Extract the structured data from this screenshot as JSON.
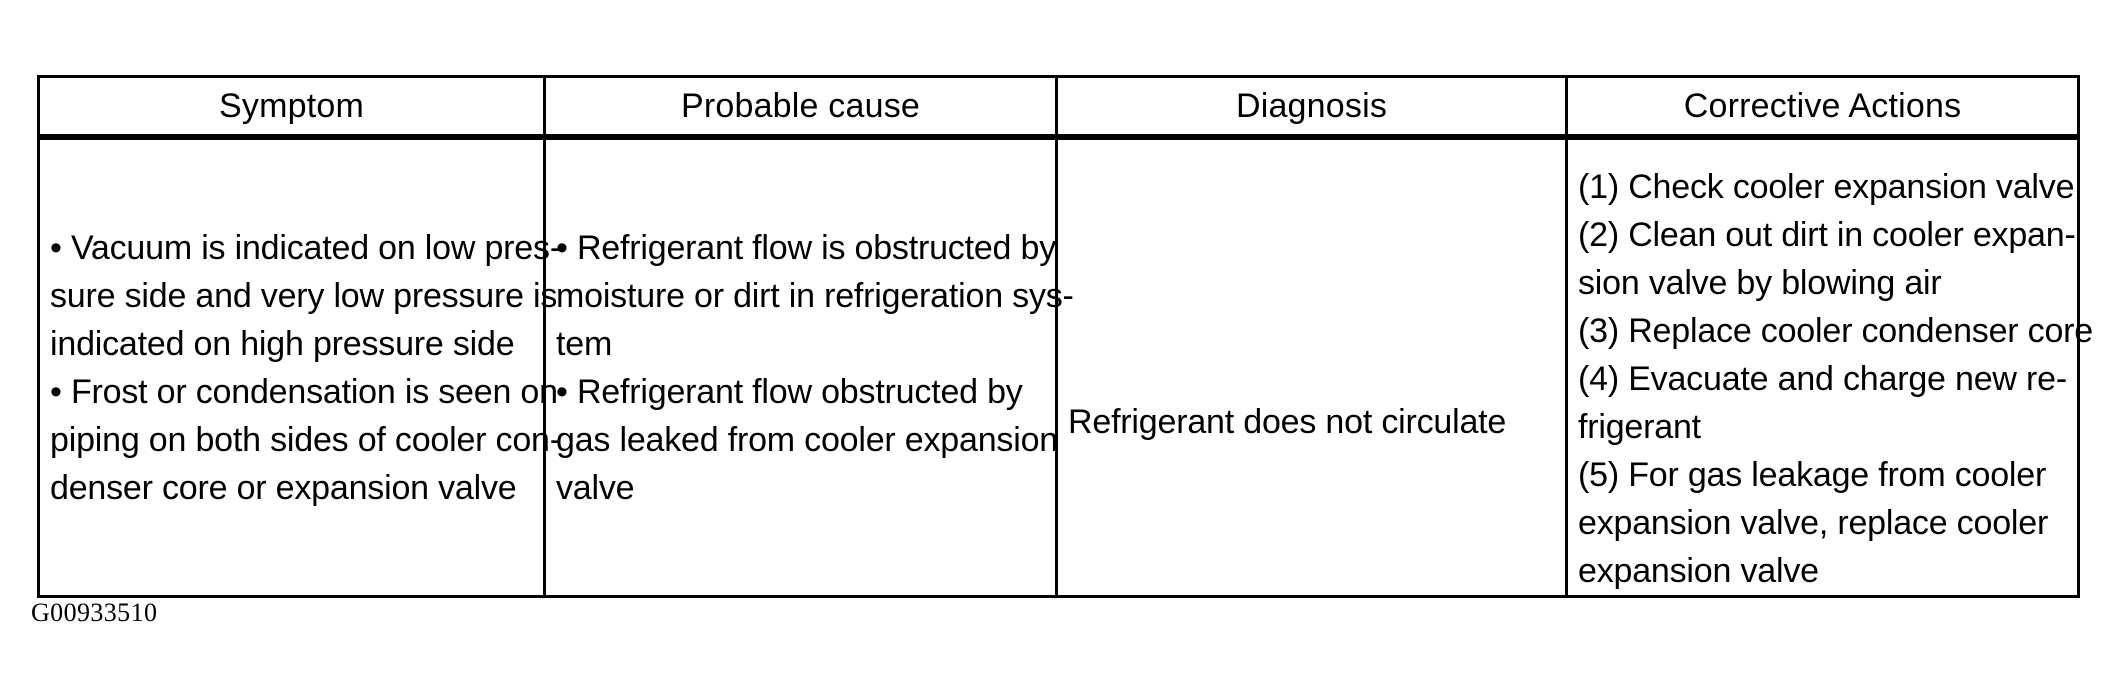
{
  "table": {
    "headers": [
      {
        "label": "Symptom"
      },
      {
        "label": "Probable cause"
      },
      {
        "label": "Diagnosis"
      },
      {
        "label": "Corrective Actions"
      }
    ],
    "rows": [
      {
        "symptom": {
          "lines": [
            "• Vacuum is indicated on low pres-",
            "sure side and very low pressure is",
            "indicated on high pressure side",
            "• Frost or condensation is seen on",
            "piping on both sides of cooler con-",
            "denser core or expansion valve"
          ]
        },
        "probable_cause": {
          "lines": [
            "• Refrigerant flow is obstructed by",
            "moisture or dirt in refrigeration sys-",
            "tem",
            "• Refrigerant flow obstructed by",
            "gas leaked from cooler expansion",
            "valve"
          ]
        },
        "diagnosis": {
          "lines": [
            "Refrigerant does not circulate"
          ]
        },
        "corrective_actions": {
          "lines": [
            "(1) Check cooler expansion valve",
            "(2) Clean out dirt in cooler expan-",
            "sion valve by blowing air",
            "(3) Replace cooler condenser core",
            "(4) Evacuate and charge new re-",
            "frigerant",
            "(5) For gas leakage from cooler",
            "expansion valve, replace cooler",
            "expansion valve"
          ]
        }
      }
    ]
  },
  "figure": {
    "id": "G00933510"
  },
  "colors": {
    "background": "#ffffff",
    "rule": "#000000",
    "text": "#000000"
  }
}
